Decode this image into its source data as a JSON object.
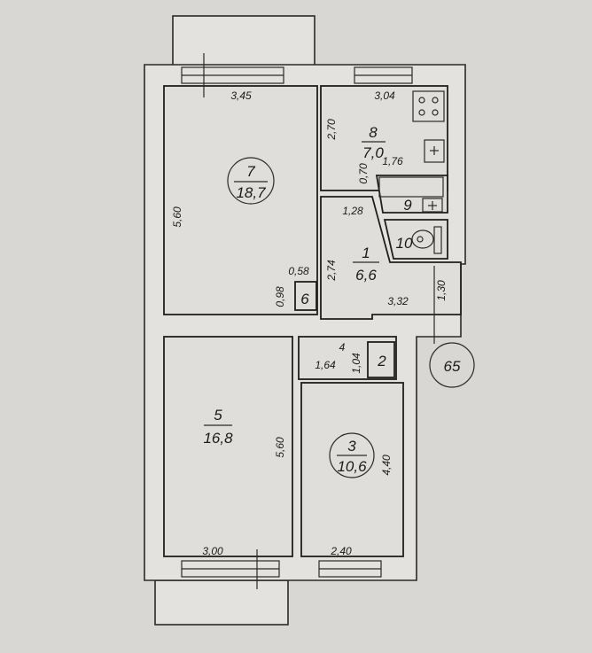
{
  "plan": {
    "rooms": [
      {
        "number": "7",
        "area": "18,7"
      },
      {
        "number": "8",
        "area": "7,0"
      },
      {
        "number": "1",
        "area": "6,6"
      },
      {
        "number": "5",
        "area": "16,8"
      },
      {
        "number": "3",
        "area": "10,6"
      },
      {
        "number": "9"
      },
      {
        "number": "10"
      },
      {
        "number": "6"
      },
      {
        "number": "4"
      },
      {
        "number": "2"
      }
    ],
    "dimensions": {
      "r7_width": "3,45",
      "r7_length": "5,60",
      "r8_width": "3,04",
      "r8_length": "2,70",
      "bath_depth": "0,70",
      "bath_width": "1,76",
      "corridor_a": "1,28",
      "corridor_b": "2,74",
      "corridor_c": "3,32",
      "corridor_d": "1,30",
      "closet6_a": "0,58",
      "closet6_b": "0,98",
      "hall_a": "1,64",
      "hall_b": "1,04",
      "r5_width": "3,00",
      "r5_length": "5,60",
      "r3_width": "2,40",
      "r3_length": "4,40"
    },
    "total_area_badge": "65"
  }
}
